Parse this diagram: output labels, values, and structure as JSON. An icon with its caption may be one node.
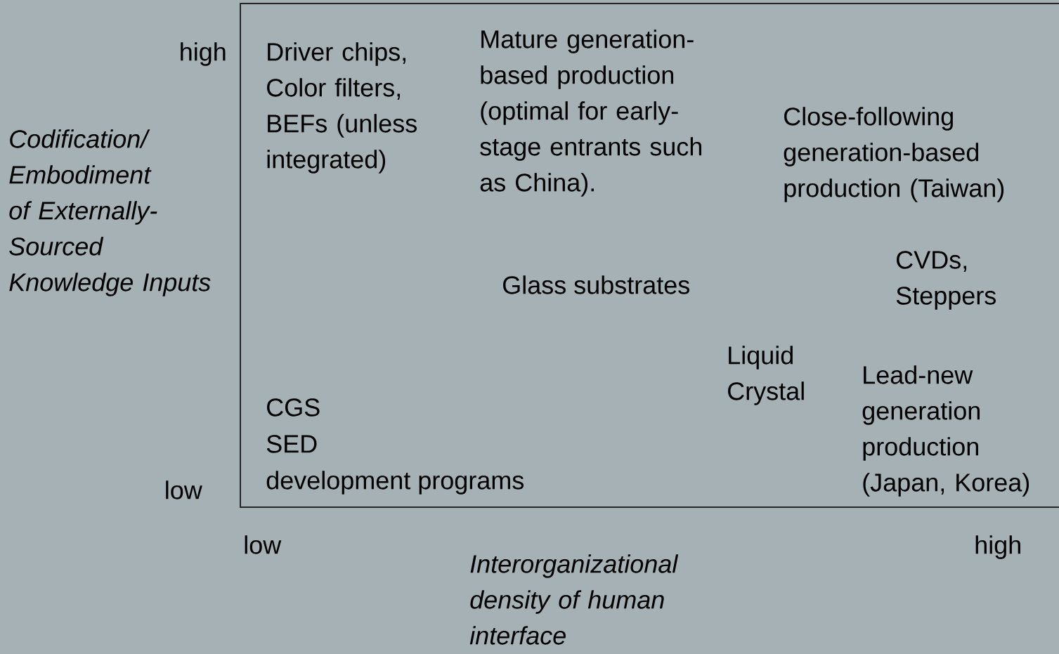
{
  "diagram": {
    "labels": [
      "high",
      "Driver chips, Color filters, BEFs (unless integrated)",
      "Mature generation-based production (optimal for early-stage entrants such as China).",
      "Codification/ Embodiment of Externally-Sourced Knowledge Inputs",
      "Close-following generation-based production (Taiwan)",
      "CVDs, Steppers",
      "Glass substrates",
      "Liquid Crystal",
      "Lead-new generation production (Japan, Korea)",
      "CGS",
      "SED",
      "development programs",
      "low",
      "low",
      "high",
      "Interorganizational density of human interface"
    ]
  }
}
